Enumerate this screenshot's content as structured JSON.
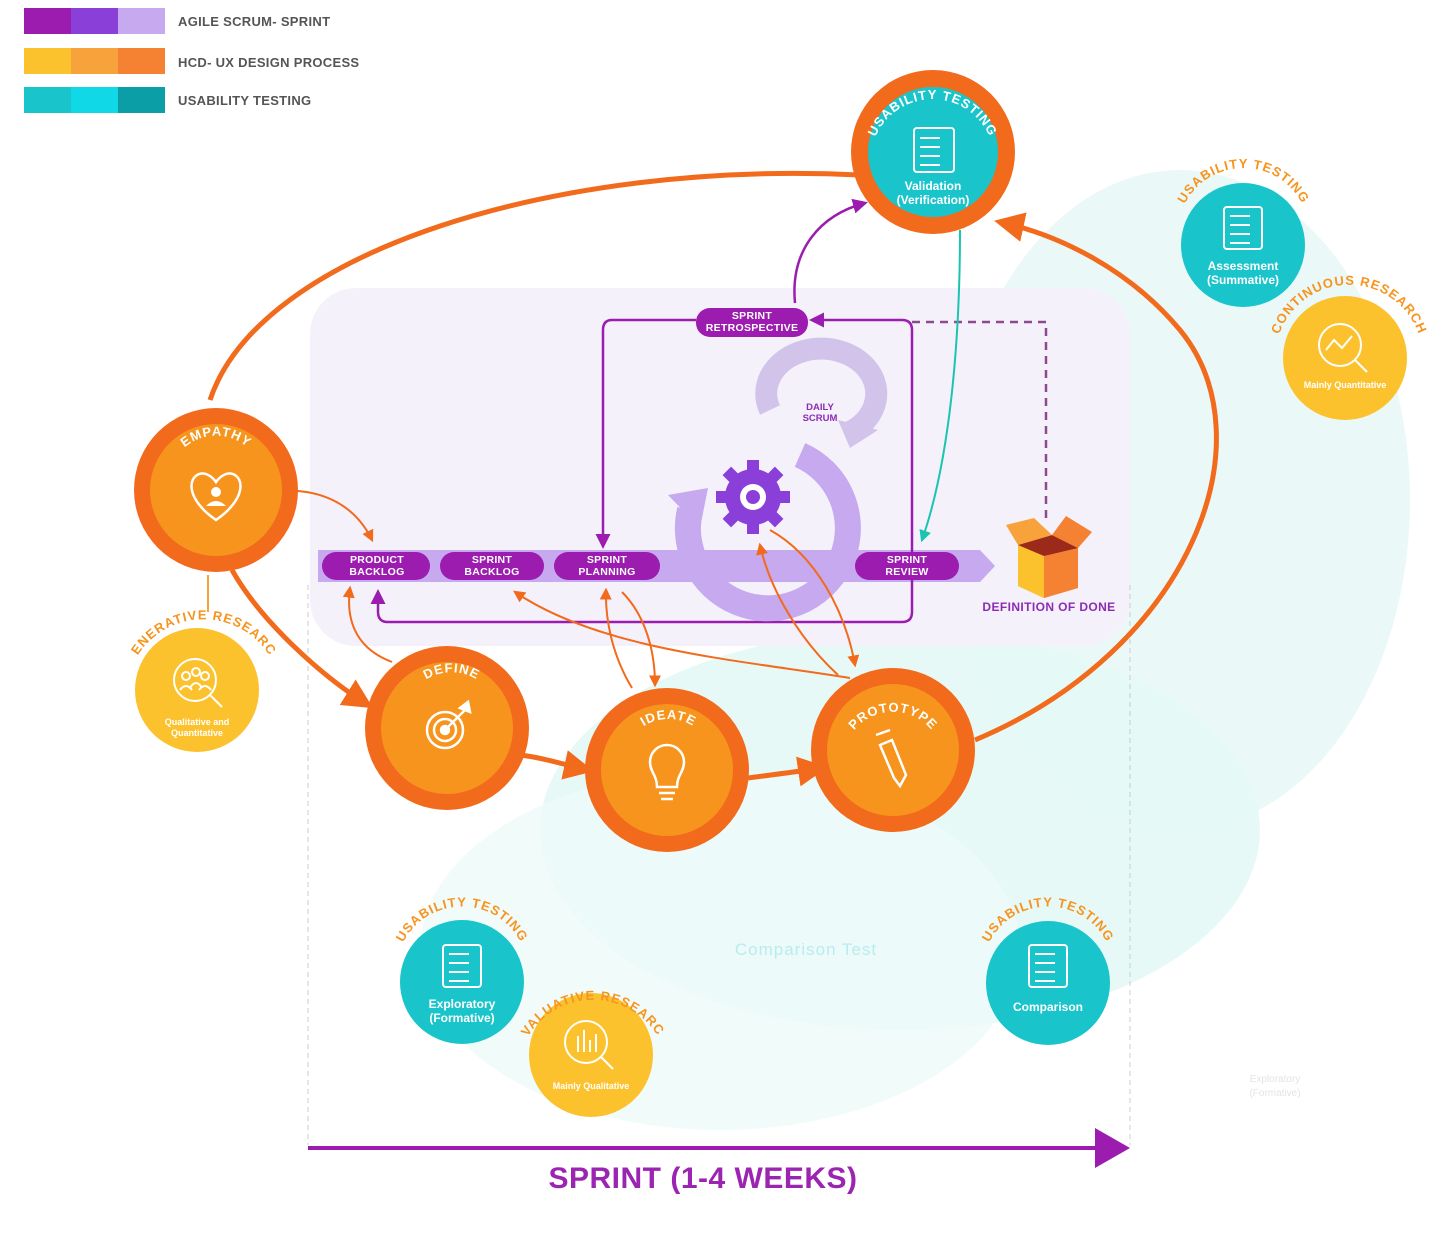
{
  "legend": [
    {
      "label": "AGILE SCRUM- SPRINT",
      "colors": [
        "#9b1cae",
        "#8a3fd8",
        "#c6a9ef"
      ]
    },
    {
      "label": "HCD- UX DESIGN PROCESS",
      "colors": [
        "#fcc22d",
        "#f7a23a",
        "#f58133"
      ]
    },
    {
      "label": "USABILITY TESTING",
      "colors": [
        "#19c5cb",
        "#10d8e6",
        "#0c9ea6"
      ]
    }
  ],
  "hcd": {
    "empathy": "EMPATHY",
    "define": "DEFINE",
    "ideate": "IDEATE",
    "prototype": "PROTOTYPE"
  },
  "validation": {
    "arc_label": "USABILITY TESTING",
    "line1": "Validation",
    "line2": "(Verification)"
  },
  "scrum": {
    "product_backlog": [
      "PRODUCT",
      "BACKLOG"
    ],
    "sprint_backlog": [
      "SPRINT",
      "BACKLOG"
    ],
    "sprint_planning": [
      "SPRINT",
      "PLANNING"
    ],
    "sprint_review": [
      "SPRINT",
      "REVIEW"
    ],
    "sprint_retrospective": [
      "SPRINT",
      "RETROSPECTIVE"
    ],
    "daily_scrum": [
      "DAILY",
      "SCRUM"
    ],
    "definition_of_done": "DEFINITION OF DONE"
  },
  "research": {
    "generative": {
      "arc": "GENERATIVE RESEARCH",
      "line1": "Qualitative and",
      "line2": "Quantitative"
    },
    "continuous": {
      "arc": "CONTINUOUS RESEARCH",
      "line1": "Mainly Quantitative"
    },
    "evaluative": {
      "arc": "EVALUATIVE RESEARCH",
      "line1": "Mainly Qualitative"
    }
  },
  "usability": {
    "assessment": {
      "arc": "USABILITY TESTING",
      "line1": "Assessment",
      "line2": "(Summative)"
    },
    "exploratory": {
      "arc": "USABILITY TESTING",
      "line1": "Exploratory",
      "line2": "(Formative)"
    },
    "comparison": {
      "arc": "USABILITY TESTING",
      "line1": "Comparison"
    }
  },
  "ghost": {
    "comparison_test": "Comparison Test",
    "exploratory_line1": "Exploratory",
    "exploratory_line2": "(Formative)"
  },
  "sprint_axis": "SPRINT (1-4 WEEKS)",
  "colors": {
    "purple": "#9b1cae",
    "purple_light": "#c6a9ef",
    "orange": "#f26a1b",
    "orange_fill": "#f7941d",
    "yellow": "#fcc22d",
    "teal": "#19c5cb"
  }
}
